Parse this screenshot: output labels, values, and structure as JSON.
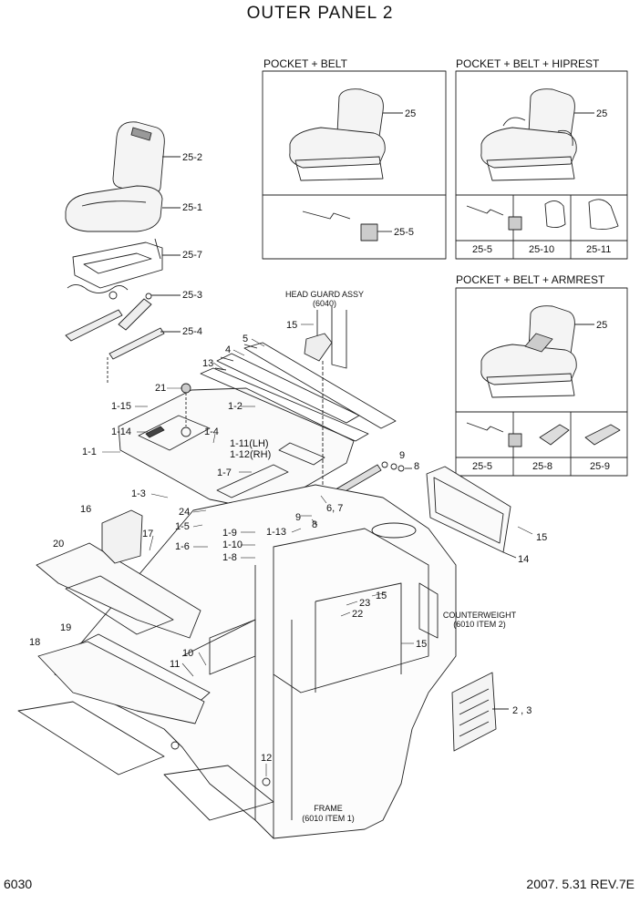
{
  "title": "OUTER PANEL 2",
  "footer": {
    "page": "6030",
    "date_rev": "2007. 5.31  REV.7E"
  },
  "variants": {
    "pocket_belt": {
      "header": "POCKET + BELT",
      "seat_label": "25",
      "belt_label": "25-5"
    },
    "pocket_belt_hiprest": {
      "header": "POCKET + BELT + HIPREST",
      "seat_label": "25",
      "cells": [
        "25-5",
        "25-10",
        "25-11"
      ]
    },
    "pocket_belt_armrest": {
      "header": "POCKET + BELT + ARMREST",
      "seat_label": "25",
      "cells": [
        "25-5",
        "25-8",
        "25-9"
      ]
    }
  },
  "notes": {
    "head_guard": [
      "HEAD GUARD ASSY",
      "(6040)"
    ],
    "counterweight": [
      "COUNTERWEIGHT",
      "(6010 ITEM 2)"
    ],
    "frame": [
      "FRAME",
      "(6010 ITEM 1)"
    ]
  },
  "labels": {
    "p25_2": "25-2",
    "p25_1": "25-1",
    "p25_7": "25-7",
    "p25_3": "25-3",
    "p25_4": "25-4",
    "p21": "21",
    "p1_15": "1-15",
    "p1_14": "1-14",
    "p1_1": "1-1",
    "p1_2": "1-2",
    "p1_4": "1-4",
    "p1_11": "1-11(LH)",
    "p1_12": "1-12(RH)",
    "p1_7": "1-7",
    "p1_3": "1-3",
    "p24": "24",
    "p1_5": "1-5",
    "p1_6": "1-6",
    "p1_9": "1-9",
    "p1_10": "1-10",
    "p1_8": "1-8",
    "p1_13": "1-13",
    "p4": "4",
    "p5": "5",
    "p13": "13",
    "p15a": "15",
    "p9a": "9",
    "p8a": "8",
    "p9b": "9",
    "p6_7": "6, 7",
    "p8b": "8",
    "p14": "14",
    "p15b": "15",
    "p16": "16",
    "p17": "17",
    "p20": "20",
    "p23": "23",
    "p15c": "15",
    "p22": "22",
    "p15d": "15",
    "p19": "19",
    "p18": "18",
    "p10": "10",
    "p11": "11",
    "p12": "12",
    "p2_3": "2 , 3"
  }
}
